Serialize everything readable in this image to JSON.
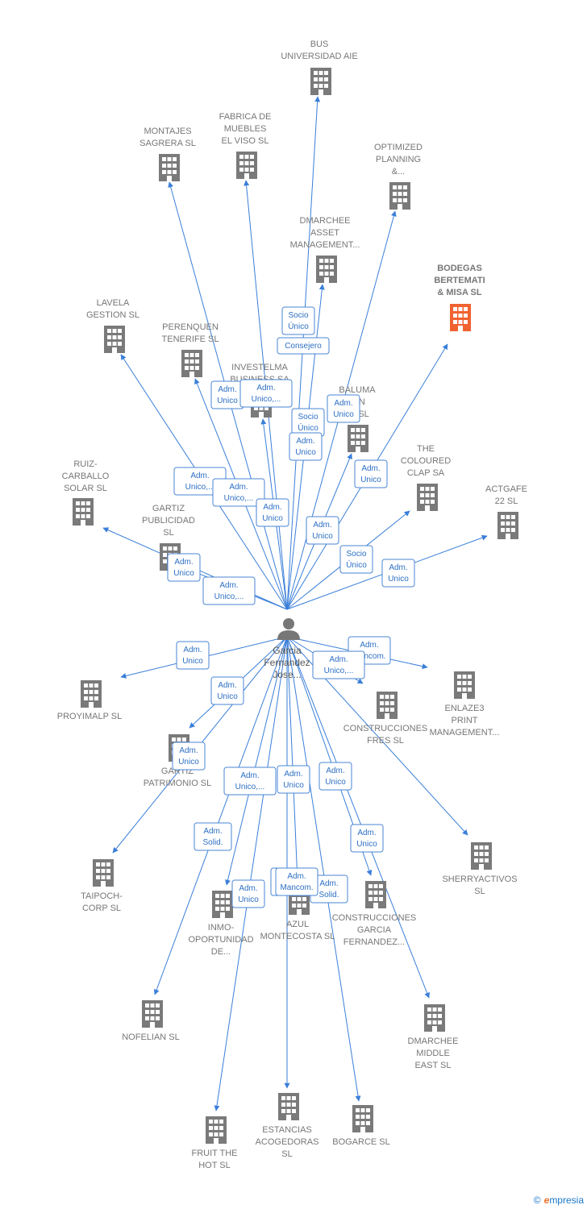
{
  "colors": {
    "edge": "#3a7fd9",
    "building": "#7a7a7a",
    "highlight": "#f0622f",
    "role_text": "#2d6fc4",
    "role_border": "#4a86d4"
  },
  "center": {
    "name": [
      "Garcia",
      "Fernandez",
      "Jose..."
    ],
    "icon": "person-icon"
  },
  "companies": [
    {
      "id": "bus_universidad",
      "lines": [
        "BUS",
        "UNIVERSIDAD AIE"
      ],
      "highlight": false
    },
    {
      "id": "fabrica_muebles",
      "lines": [
        "FABRICA DE",
        "MUEBLES",
        "EL VISO  SL"
      ],
      "highlight": false
    },
    {
      "id": "montajes_sagrera",
      "lines": [
        "MONTAJES",
        "SAGRERA SL"
      ],
      "highlight": false
    },
    {
      "id": "optimized_planning",
      "lines": [
        "OPTIMIZED",
        "PLANNING",
        "&..."
      ],
      "highlight": false
    },
    {
      "id": "dmarchee_asset",
      "lines": [
        "DMARCHEE",
        "ASSET",
        "MANAGEMENT..."
      ],
      "highlight": false
    },
    {
      "id": "bodegas_bertemati",
      "lines": [
        "BODEGAS",
        "BERTEMATI",
        "& MISA  SL"
      ],
      "highlight": true
    },
    {
      "id": "lavela_gestion",
      "lines": [
        "LAVELA",
        "GESTION  SL"
      ],
      "highlight": false
    },
    {
      "id": "perenquen_tenerife",
      "lines": [
        "PERENQUEN",
        "TENERIFE  SL"
      ],
      "highlight": false
    },
    {
      "id": "investelma",
      "lines": [
        "INVESTELMA",
        "BUSINESS SA"
      ],
      "highlight": false
    },
    {
      "id": "baluma",
      "lines": [
        "BALUMA",
        "ION",
        "AL  SL"
      ],
      "highlight": false
    },
    {
      "id": "coloured_clap",
      "lines": [
        "THE",
        "COLOURED",
        "CLAP SA"
      ],
      "highlight": false
    },
    {
      "id": "actgafe",
      "lines": [
        "ACTGAFE",
        "22  SL"
      ],
      "highlight": false
    },
    {
      "id": "ruiz_carballo",
      "lines": [
        "RUIZ-",
        "CARBALLO",
        "SOLAR SL"
      ],
      "highlight": false
    },
    {
      "id": "gartiz_publicidad",
      "lines": [
        "GARTIZ",
        "PUBLICIDAD",
        "SL"
      ],
      "highlight": false
    },
    {
      "id": "proyimalp",
      "lines": [
        "PROYIMALP SL"
      ],
      "highlight": false
    },
    {
      "id": "enlaze3",
      "lines": [
        "ENLAZE3",
        "PRINT",
        "MANAGEMENT..."
      ],
      "highlight": false
    },
    {
      "id": "construcciones_fres",
      "lines": [
        "CONSTRUCCIONES",
        "FRES        SL"
      ],
      "highlight": false
    },
    {
      "id": "gartiz_patrimonio",
      "lines": [
        "GARTIZ",
        "PATRIMONIO SL"
      ],
      "highlight": false
    },
    {
      "id": "sherryactivos",
      "lines": [
        "SHERRYACTIVOS",
        "SL"
      ],
      "highlight": false
    },
    {
      "id": "taipoch",
      "lines": [
        "TAIPOCH-",
        "CORP  SL"
      ],
      "highlight": false
    },
    {
      "id": "inmo_oportunidad",
      "lines": [
        "INMO-",
        "OPORTUNIDAD",
        "DE..."
      ],
      "highlight": false
    },
    {
      "id": "azul_montecosta",
      "lines": [
        "AZUL",
        "MONTECOSTA SL"
      ],
      "highlight": false
    },
    {
      "id": "construcciones_garcia",
      "lines": [
        "CONSTRUCCIONES",
        "GARCIA",
        "FERNANDEZ..."
      ],
      "highlight": false
    },
    {
      "id": "nofelian",
      "lines": [
        "NOFELIAN  SL"
      ],
      "highlight": false
    },
    {
      "id": "dmarchee_middle",
      "lines": [
        "DMARCHEE",
        "MIDDLE",
        "EAST  SL"
      ],
      "highlight": false
    },
    {
      "id": "estancias_acogedoras",
      "lines": [
        "ESTANCIAS",
        "ACOGEDORAS",
        "SL"
      ],
      "highlight": false
    },
    {
      "id": "fruit_the_hot",
      "lines": [
        "FRUIT THE",
        "HOT  SL"
      ],
      "highlight": false
    },
    {
      "id": "bogarce",
      "lines": [
        "BOGARCE  SL"
      ],
      "highlight": false
    }
  ],
  "roles": [
    {
      "lines": [
        "Socio",
        "Único"
      ]
    },
    {
      "lines": [
        "Consejero"
      ]
    },
    {
      "lines": [
        "Adm.",
        "Unico"
      ]
    },
    {
      "lines": [
        "Adm.",
        "Unico,..."
      ]
    },
    {
      "lines": [
        "Adm.",
        "Unico"
      ]
    },
    {
      "lines": [
        "Socio",
        "Único"
      ]
    },
    {
      "lines": [
        "Adm.",
        "Unico"
      ]
    },
    {
      "lines": [
        "Adm.",
        "Unico"
      ]
    },
    {
      "lines": [
        "Adm.",
        "Unico,..."
      ]
    },
    {
      "lines": [
        "Adm.",
        "Unico,..."
      ]
    },
    {
      "lines": [
        "Adm.",
        "Unico"
      ]
    },
    {
      "lines": [
        "Adm.",
        "Unico"
      ]
    },
    {
      "lines": [
        "Socio",
        "Único"
      ]
    },
    {
      "lines": [
        "Adm.",
        "Unico"
      ]
    },
    {
      "lines": [
        "Adm.",
        "Unico"
      ]
    },
    {
      "lines": [
        "Adm.",
        "Unico,..."
      ]
    },
    {
      "lines": [
        "Adm.",
        "Unico"
      ]
    },
    {
      "lines": [
        "Adm.",
        "Mancom."
      ]
    },
    {
      "lines": [
        "Adm.",
        "Unico,..."
      ]
    },
    {
      "lines": [
        "Adm.",
        "Unico"
      ]
    },
    {
      "lines": [
        "Adm.",
        "Unico"
      ]
    },
    {
      "lines": [
        "Adm.",
        "Unico,..."
      ]
    },
    {
      "lines": [
        "Adm.",
        "Unico"
      ]
    },
    {
      "lines": [
        "Adm.",
        "Unico"
      ]
    },
    {
      "lines": [
        "Adm.",
        "Solid."
      ]
    },
    {
      "lines": [
        "Adm.",
        "Unico"
      ]
    },
    {
      "lines": [
        "Adm.",
        "Unico"
      ]
    },
    {
      "lines": [
        "Adm.",
        "Unico"
      ]
    },
    {
      "lines": [
        "Adm.",
        "Solid."
      ]
    },
    {
      "lines": [
        "Adm.",
        "Mancom."
      ]
    }
  ],
  "brand": {
    "copyright": "©",
    "name": "mpresia",
    "initial": "e"
  }
}
